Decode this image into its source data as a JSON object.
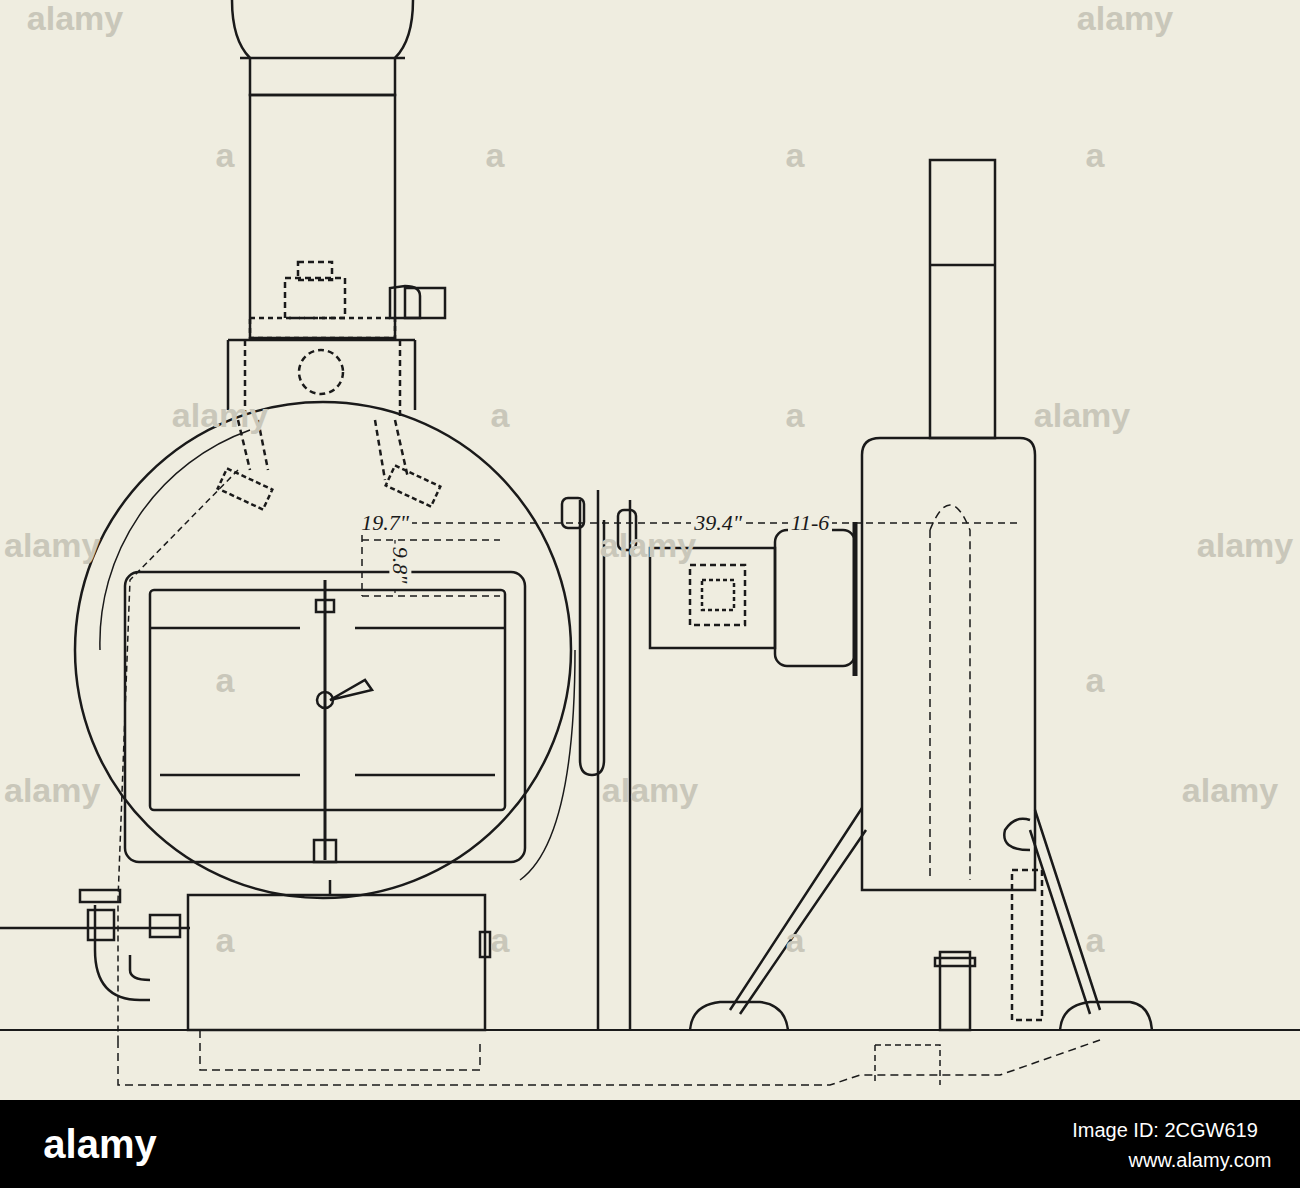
{
  "diagram": {
    "labels": [
      "alamy",
      "alamy",
      "alamy",
      "alamy",
      "alamy",
      "alamy",
      "alamy",
      "alamy",
      "alamy",
      "alamy",
      "a",
      "a",
      "a",
      "a",
      "a",
      "a",
      "a",
      "a",
      "a",
      "a",
      "a",
      "a",
      "19.7\"",
      "39.4\"",
      "11-6",
      "9.8\"",
      "alamy",
      "Image ID: 2CGW619",
      "www.alamy.com"
    ]
  }
}
